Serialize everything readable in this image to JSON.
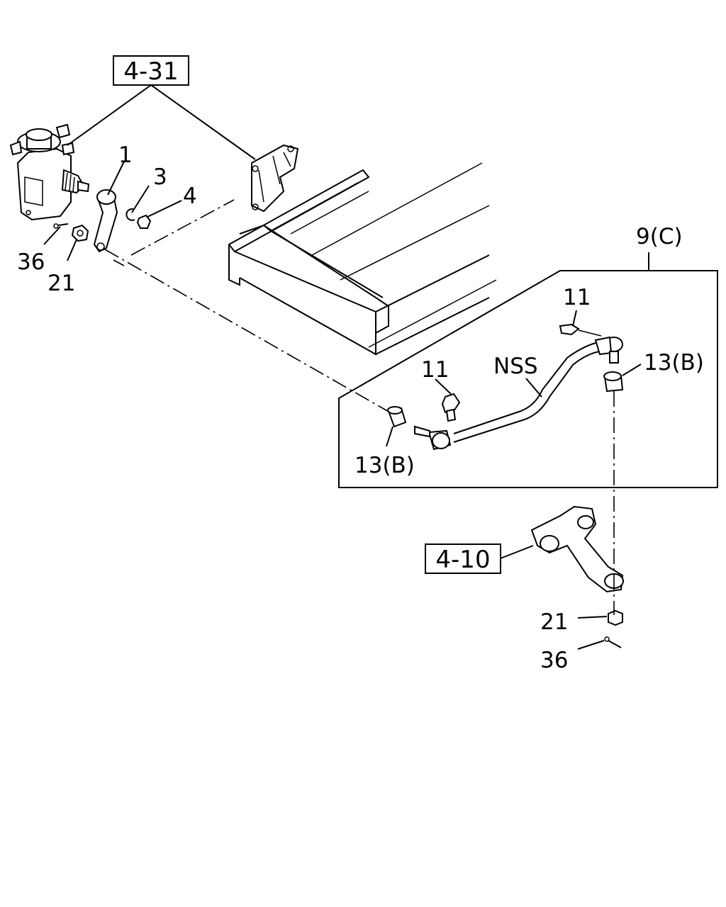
{
  "refs": {
    "steering_gear": "4-31",
    "idler_arm": "4-10"
  },
  "callouts": {
    "pitman_arm": "1",
    "washer": "3",
    "nut_pitman": "4",
    "cotter_pin_left": "36",
    "castle_nut_left": "21",
    "assembly": "9(C)",
    "grease_nipple_right": "11",
    "grease_nipple_left": "11",
    "nss": "NSS",
    "dust_cover_right": "13(B)",
    "dust_cover_left": "13(B)",
    "castle_nut_right": "21",
    "cotter_pin_right": "36"
  }
}
